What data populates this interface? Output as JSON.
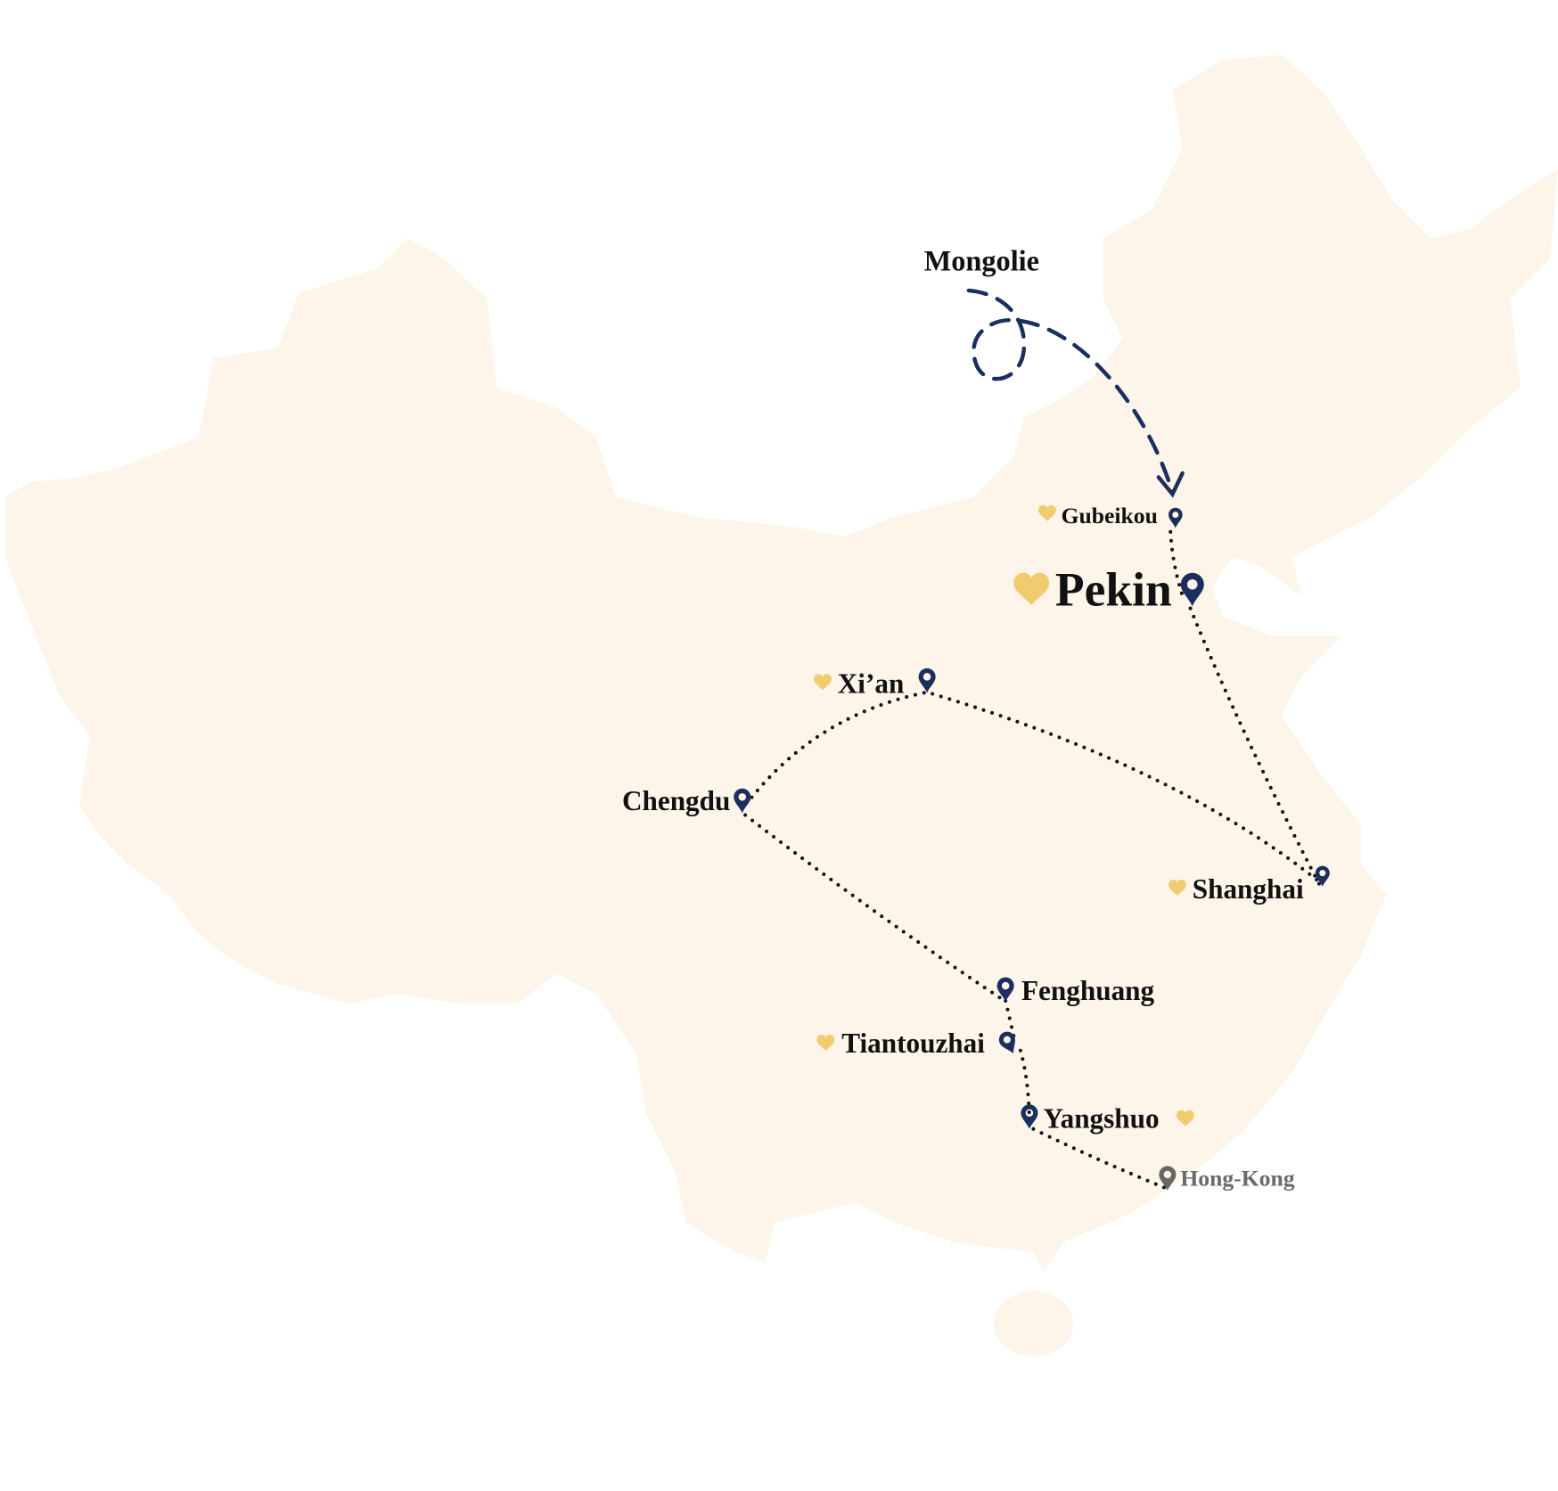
{
  "colors": {
    "land": "#fdf4ea",
    "pin": "#1b2f5e",
    "pin_inactive": "#666666",
    "heart": "#f1cc6f",
    "route": "#111111",
    "label": "#111111",
    "label_inactive": "#6a6a6a"
  },
  "origin": {
    "label": "Mongolie",
    "line_style": "dashed-arrow"
  },
  "places": [
    {
      "name": "Gubeikou",
      "icon": "map-pin-icon",
      "favorite": true
    },
    {
      "name": "Pekin",
      "icon": "map-pin-icon",
      "favorite": true
    },
    {
      "name": "Xi’an",
      "icon": "map-pin-icon",
      "favorite": true
    },
    {
      "name": "Chengdu",
      "icon": "map-pin-icon",
      "favorite": false
    },
    {
      "name": "Shanghai",
      "icon": "map-pin-icon",
      "favorite": true
    },
    {
      "name": "Fenghuang",
      "icon": "map-pin-icon",
      "favorite": false
    },
    {
      "name": "Tiantouzhai",
      "icon": "map-pin-icon",
      "favorite": true
    },
    {
      "name": "Yangshuo",
      "icon": "map-pin-icon",
      "favorite": true
    },
    {
      "name": "Hong-Kong",
      "icon": "map-pin-icon",
      "favorite": false,
      "inactive": true
    }
  ],
  "route_order": [
    "Mongolie",
    "Gubeikou",
    "Pekin",
    "Shanghai",
    "Xi’an",
    "Chengdu",
    "Fenghuang",
    "Tiantouzhai",
    "Yangshuo",
    "Hong-Kong"
  ],
  "route_style": "dotted"
}
